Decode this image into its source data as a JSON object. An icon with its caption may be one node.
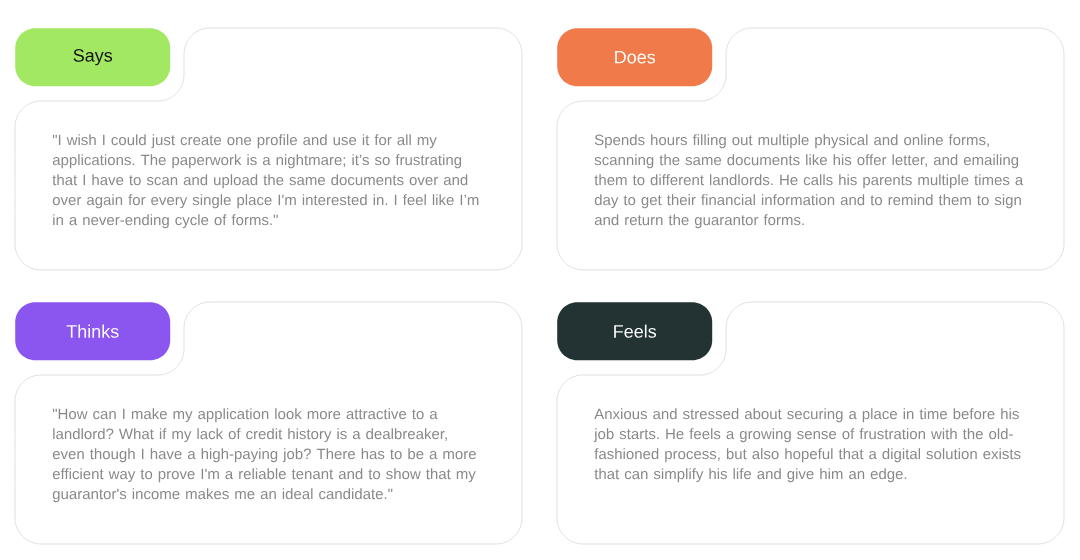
{
  "diagram": {
    "nodes": [
      {
        "text": [
          "Says",
          "\"I wish I could just create one profile and use it for all my applications. The paperwork is a nightmare; it’s so frustrating that I have to scan and upload the same documents over and over again for every single place I'm interested in. I feel like I’m in a never-ending cycle of forms.\""
        ]
      },
      {
        "text": [
          "Does",
          "Spends hours filling out multiple physical and online forms, scanning the same documents like his offer letter, and emailing them to different landlords. He calls his parents multiple times a day to get their financial information and to remind them to sign and return the guarantor forms."
        ]
      },
      {
        "text": [
          "Thinks",
          "\"How can I make my application look more attractive to a landlord? What if my lack of credit history is a dealbreaker, even though I have a high-paying job? There has to be a more efficient way to prove I'm a reliable tenant and to show that my guarantor's income makes me an ideal candidate.\""
        ]
      },
      {
        "text": [
          "Feels",
          "Anxious and stressed about securing a place in time before his job starts. He feels a growing sense of frustration with the old-fashioned process, but also hopeful that a digital solution exists that can simplify his life and give him an edge."
        ]
      }
    ]
  }
}
